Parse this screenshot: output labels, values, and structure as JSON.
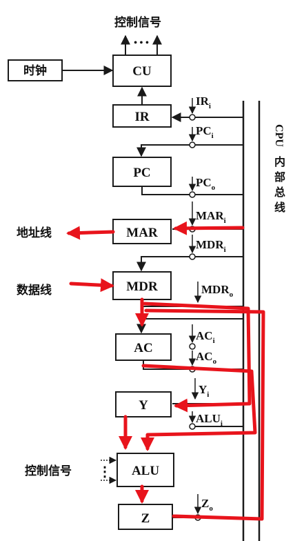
{
  "top_label": "控制信号",
  "top_dots": "• • •",
  "clock": "时钟",
  "registers": {
    "cu": "CU",
    "ir": "IR",
    "pc": "PC",
    "mar": "MAR",
    "mdr": "MDR",
    "ac": "AC",
    "y": "Y",
    "alu": "ALU",
    "z": "Z"
  },
  "signals": {
    "ir_in": {
      "base": "IR",
      "sub": "i"
    },
    "pc_in": {
      "base": "PC",
      "sub": "i"
    },
    "pc_out": {
      "base": "PC",
      "sub": "o"
    },
    "mar_in": {
      "base": "MAR",
      "sub": "i"
    },
    "mdr_in": {
      "base": "MDR",
      "sub": "i"
    },
    "mdr_out": {
      "base": "MDR",
      "sub": "o"
    },
    "ac_in": {
      "base": "AC",
      "sub": "i"
    },
    "ac_out": {
      "base": "AC",
      "sub": "o"
    },
    "y_in": {
      "base": "Y",
      "sub": "i"
    },
    "alu_in": {
      "base": "ALU",
      "sub": "i"
    },
    "z_out": {
      "base": "Z",
      "sub": "o"
    }
  },
  "address_line": "地址线",
  "data_line": "数据线",
  "alu_control": "控制信号",
  "alu_dots": "⋮",
  "bus_label_latin": "CPU",
  "bus_label_chars": [
    "内",
    "部",
    "总",
    "线"
  ],
  "colors": {
    "line": "#1a1a1a",
    "highlight": "#e8141c"
  }
}
